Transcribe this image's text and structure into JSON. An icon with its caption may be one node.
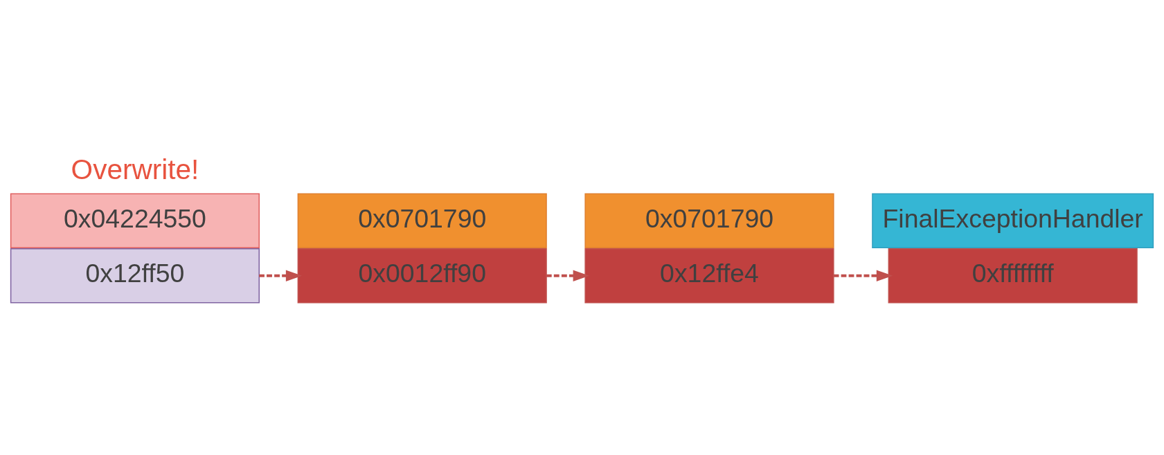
{
  "diagram": {
    "nodes": [
      {
        "text": [
          "0x12ff50"
        ]
      },
      {
        "text": [
          "0x04224550"
        ]
      },
      {
        "text": [
          "0x0012ff90"
        ]
      },
      {
        "text": [
          "0x0701790"
        ]
      },
      {
        "text": [
          "0x12ffe4"
        ]
      },
      {
        "text": [
          "0x0701790"
        ]
      },
      {
        "text": [
          "0xffffffff"
        ]
      },
      {
        "text": [
          "FinalExceptionHandler"
        ]
      }
    ],
    "edges": [
      {
        "from": 0,
        "to": 2,
        "arrow": "to",
        "style": "dashed"
      },
      {
        "from": 2,
        "to": 4,
        "arrow": "to",
        "style": "dashed"
      },
      {
        "from": 4,
        "to": 6,
        "arrow": "to",
        "style": "dashed"
      }
    ],
    "labels": [
      "Overwrite!"
    ]
  }
}
